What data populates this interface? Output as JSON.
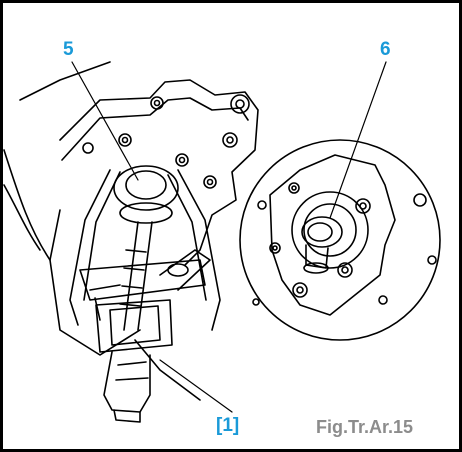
{
  "labels": {
    "part_5": "5",
    "part_6": "6",
    "tool_1": "[1]"
  },
  "caption": "Fig.Tr.Ar.15",
  "colors": {
    "callout": "#1a9ad8",
    "caption": "#8c8c8c",
    "line": "#000000"
  }
}
